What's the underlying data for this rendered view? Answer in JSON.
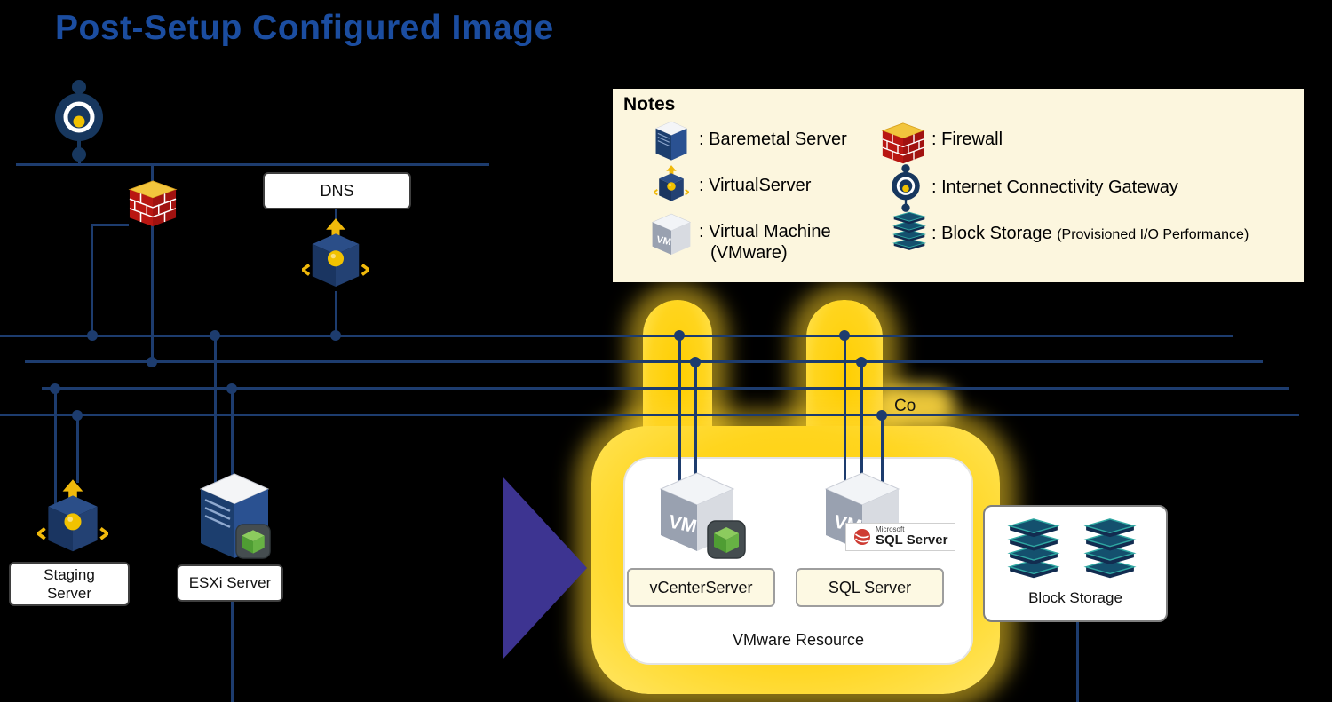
{
  "title": "Post-Setup Configured Image",
  "notes": {
    "heading": "Notes",
    "items": [
      {
        "icon": "baremetal-server-icon",
        "label": ": Baremetal Server"
      },
      {
        "icon": "firewall-icon",
        "label": ": Firewall"
      },
      {
        "icon": "virtual-server-icon",
        "label": ": VirtualServer"
      },
      {
        "icon": "internet-gateway-icon",
        "label": ": Internet Connectivity Gateway"
      },
      {
        "icon": "virtual-machine-icon",
        "label": ": Virtual Machine",
        "sublabel": "(VMware)"
      },
      {
        "icon": "block-storage-icon",
        "label": ": Block Storage",
        "sublabel": "(Provisioned I/O Performance)"
      }
    ]
  },
  "diagram": {
    "dns_label": "DNS",
    "staging_server_label": "Staging Server",
    "esxi_server_label": "ESXi Server",
    "vcenter_label": "vCenterServer",
    "sql_server_label": "SQL Server",
    "vmware_resource_label": "VMware Resource",
    "block_storage_label": "Block Storage",
    "partial_text": "Co",
    "vm_badge": "VM",
    "sql_logo": {
      "brand": "Microsoft",
      "product": "SQL Server"
    }
  },
  "colors": {
    "title": "#1B4DA0",
    "line": "#1D3C6E",
    "yellow": "#FFD21E",
    "arrow_purple": "#3D3491",
    "legend_bg": "#FCF6DE",
    "label_cream": "#FDF9E3",
    "firewall_red": "#B91712",
    "icon_navy": "#17375E",
    "accent_yellow": "#F2C200"
  }
}
